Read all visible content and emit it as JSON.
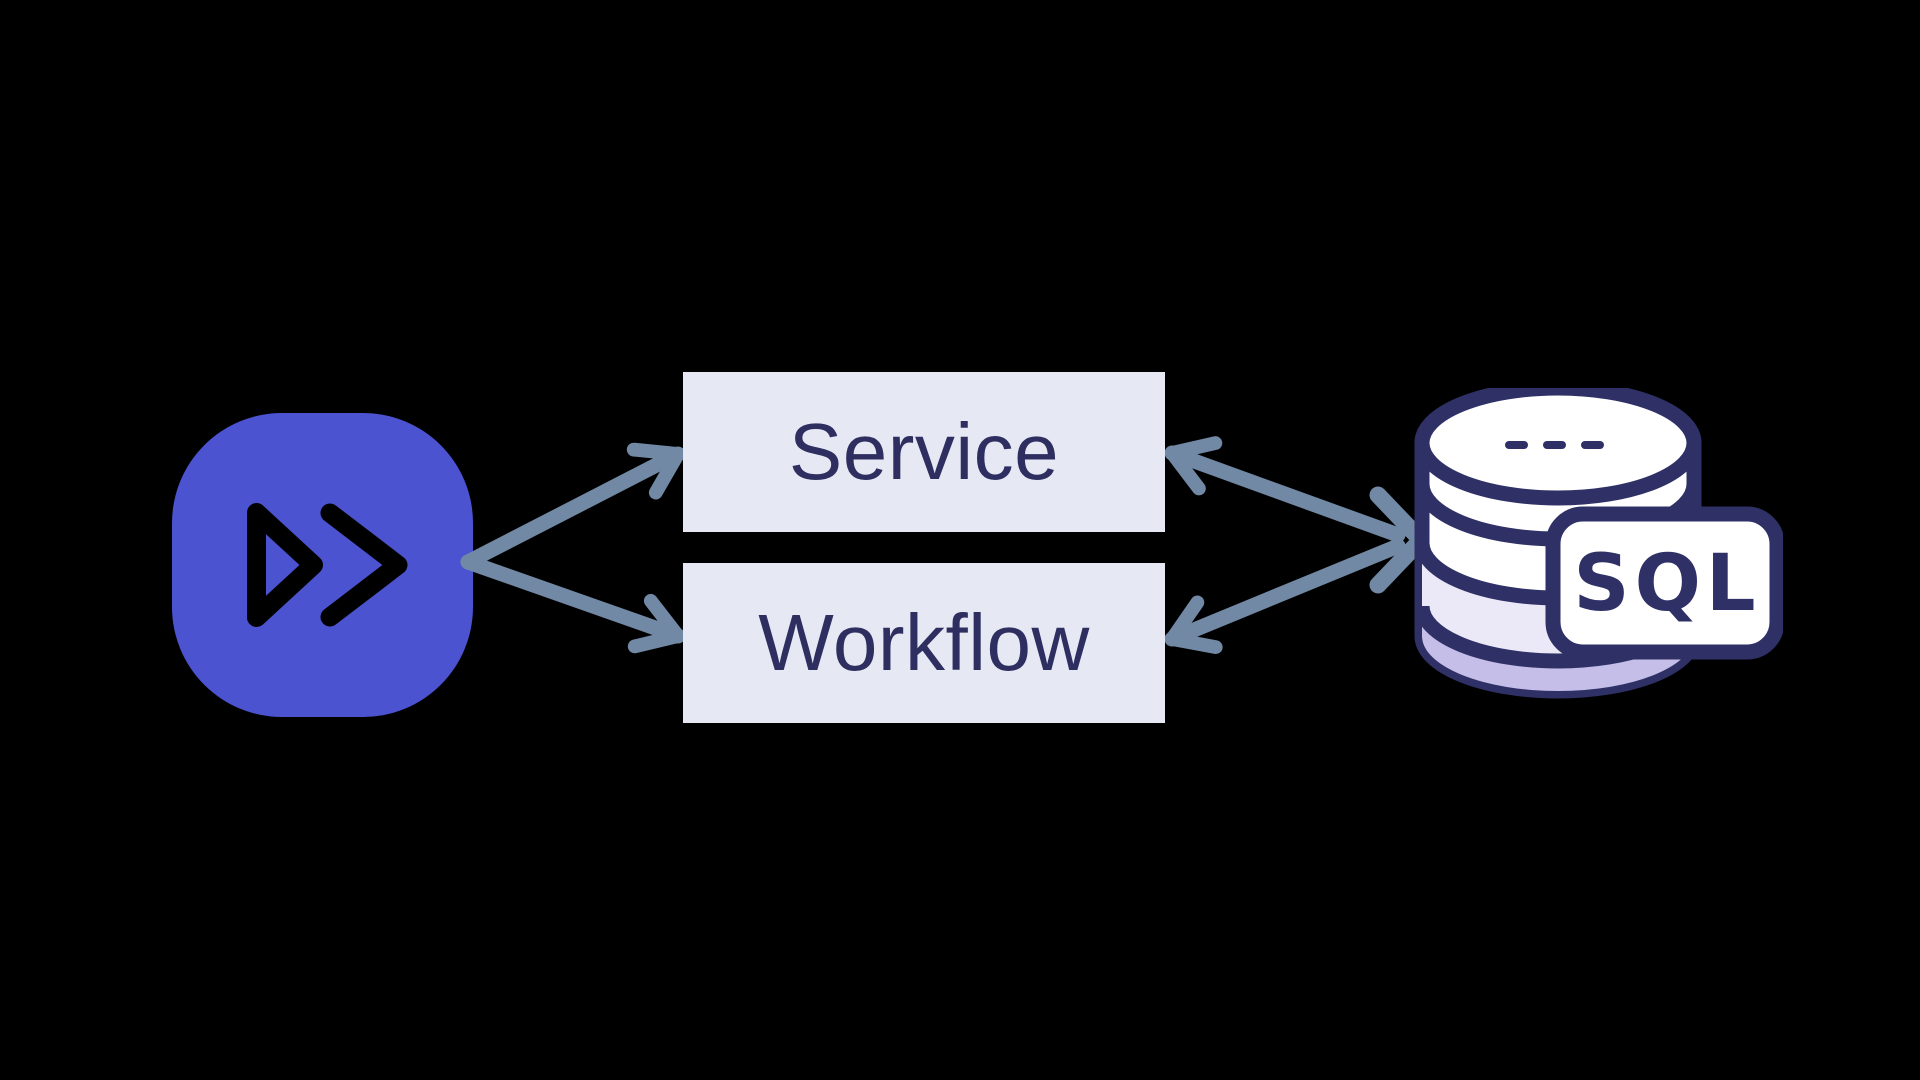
{
  "canvas": {
    "background": "#000000"
  },
  "nodes": {
    "app": {
      "icon": "fast-forward-icon",
      "color": "#4B53D0",
      "glyph_color": "#000000"
    },
    "service": {
      "label": "Service"
    },
    "workflow": {
      "label": "Workflow"
    },
    "database": {
      "icon": "database-icon",
      "badge_label": "SQL"
    }
  },
  "styles": {
    "node_background": "#E6E8F3",
    "node_text_color": "#2E2F60",
    "arrow_color": "#7189A4",
    "database_outline": "#2F3166",
    "database_band_colors": [
      "#FFFFFF",
      "#FFFFFF",
      "#EBE8F8",
      "#C5BEE8"
    ]
  },
  "edges": [
    {
      "from": "app",
      "to": "service",
      "direction": "one-way"
    },
    {
      "from": "app",
      "to": "workflow",
      "direction": "one-way"
    },
    {
      "from": "service",
      "to": "database",
      "direction": "two-way"
    },
    {
      "from": "workflow",
      "to": "database",
      "direction": "two-way"
    }
  ]
}
